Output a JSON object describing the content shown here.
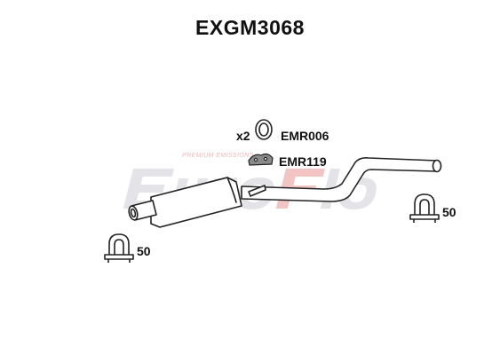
{
  "part_number": "EXGM3068",
  "watermark": {
    "brand": "EuroFlo",
    "tagline": "PREMIUM EMISSIONS"
  },
  "components": [
    {
      "quantity": "x2",
      "code": "EMR006",
      "icon": "gasket-ring-icon"
    },
    {
      "code": "EMR119",
      "icon": "rubber-hanger-icon"
    },
    {
      "code": "50",
      "icon": "u-bolt-clamp-icon",
      "position": "left"
    },
    {
      "code": "50",
      "icon": "u-bolt-clamp-icon",
      "position": "right"
    }
  ],
  "main_part": {
    "icon": "exhaust-middle-silencer-icon"
  },
  "colors": {
    "outline": "#222222",
    "watermark_grey": "#e4e4e8",
    "watermark_red": "#f2c4c4",
    "text": "#111111"
  }
}
